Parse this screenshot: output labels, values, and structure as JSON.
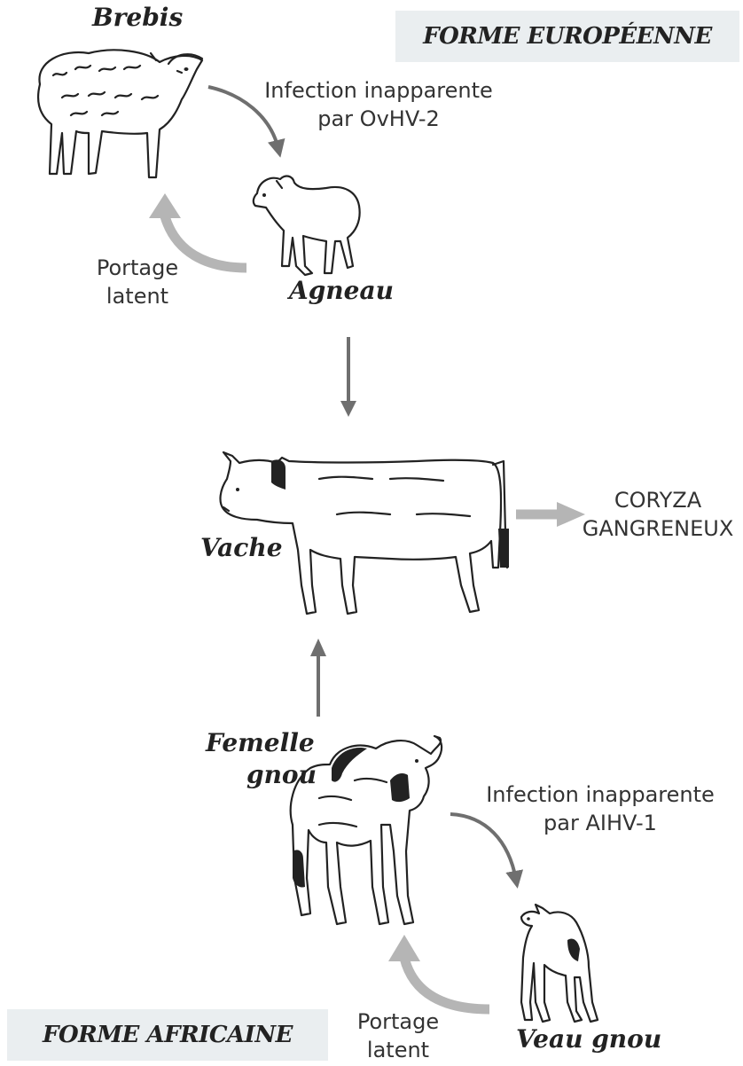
{
  "forms": {
    "european": "FORME EUROPÉENNE",
    "african": "FORME AFRICAINE"
  },
  "animals": {
    "brebis": "Brebis",
    "agneau": "Agneau",
    "vache": "Vache",
    "femelle_gnou_line1": "Femelle",
    "femelle_gnou_line2": "gnou",
    "veau_gnou": "Veau gnou"
  },
  "notes": {
    "infection_ovhv2_line1": "Infection  inapparente",
    "infection_ovhv2_line2": "par OvHV-2",
    "portage_top_line1": "Portage",
    "portage_top_line2": "latent",
    "coryza_line1": "CORYZA",
    "coryza_line2": "GANGRENEUX",
    "infection_aihv1_line1": "Infection inapparente",
    "infection_aihv1_line2": "par AIHV-1",
    "portage_bottom_line1": "Portage",
    "portage_bottom_line2": "latent"
  },
  "colors": {
    "arrow_dark": "#6f6f6f",
    "arrow_light": "#b5b5b5",
    "label_box": "#eaeef0"
  },
  "icons": [
    "sheep-illustration",
    "lamb-illustration",
    "cow-illustration",
    "wildebeest-illustration",
    "wildebeest-calf-illustration"
  ]
}
